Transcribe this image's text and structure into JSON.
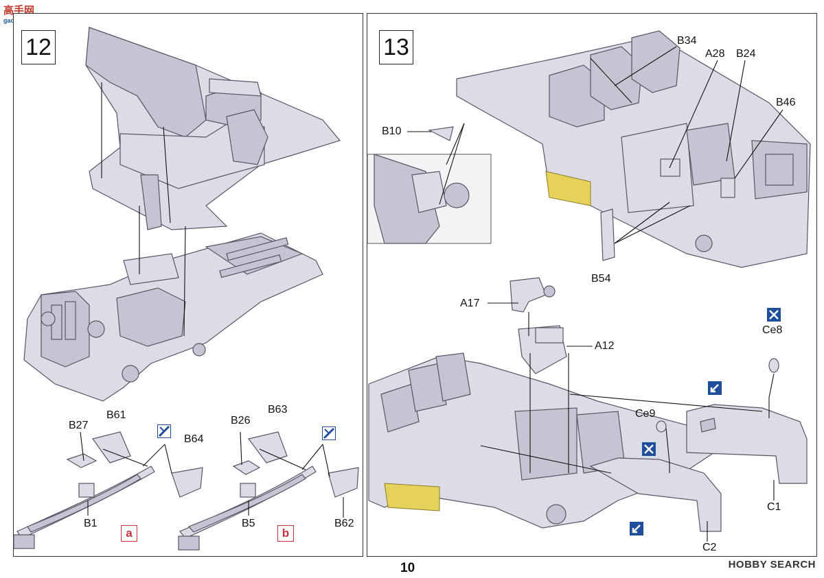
{
  "watermark": {
    "title": "高手网",
    "url": "gao-shou.com"
  },
  "step12": {
    "number": "12",
    "parts": {
      "b27": "B27",
      "b61": "B61",
      "b64": "B64",
      "b1": "B1",
      "b26": "B26",
      "b63": "B63",
      "b5": "B5",
      "b62": "B62"
    },
    "variants": {
      "a": "a",
      "b": "b"
    }
  },
  "step13": {
    "number": "13",
    "parts": {
      "b34": "B34",
      "a28": "A28",
      "b24": "B24",
      "b46": "B46",
      "b10": "B10",
      "b54": "B54",
      "a17": "A17",
      "a12": "A12",
      "ce8": "Ce8",
      "ce9": "Ce9",
      "c1": "C1",
      "c2": "C2"
    }
  },
  "footer": {
    "page_number": "10",
    "brand": "HOBBY SEARCH"
  },
  "colors": {
    "part_fill": "#dcdce6",
    "part_stroke": "#555566",
    "highlight": "#e6d25a",
    "badge": "#1f4e9c",
    "variant": "#c8323c"
  }
}
